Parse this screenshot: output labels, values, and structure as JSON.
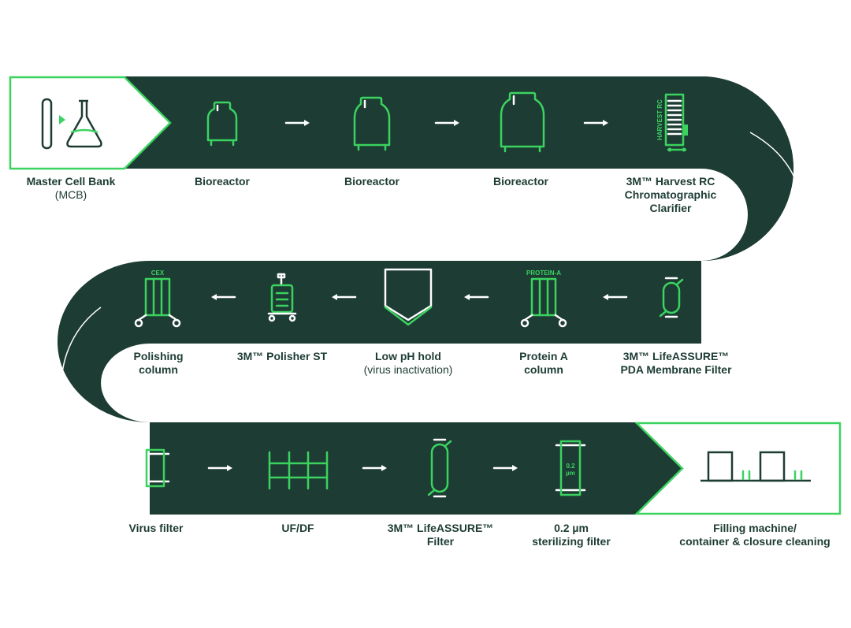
{
  "colors": {
    "track": "#1d3c34",
    "accent": "#3bd35f",
    "text": "#1d3c34",
    "background": "#ffffff"
  },
  "row1": [
    {
      "title": [
        "Master Cell Bank"
      ],
      "subtitle": "(MCB)",
      "icon": "vial-flask-icon"
    },
    {
      "title": [
        "Bioreactor"
      ],
      "icon": "small-bioreactor-icon"
    },
    {
      "title": [
        "Bioreactor"
      ],
      "icon": "medium-bioreactor-icon"
    },
    {
      "title": [
        "Bioreactor"
      ],
      "icon": "large-bioreactor-icon"
    },
    {
      "title": [
        "3M™ Harvest RC",
        "Chromatographic",
        "Clarifier"
      ],
      "icon": "harvest-rc-icon",
      "icon_text": "HARVEST RC"
    }
  ],
  "row2": [
    {
      "title": [
        "3M™ LifeASSURE™",
        "PDA Membrane Filter"
      ],
      "icon": "capsule-filter-icon"
    },
    {
      "title": [
        "Protein A",
        "column"
      ],
      "icon": "protein-a-column-icon",
      "icon_text": "PROTEIN-A"
    },
    {
      "title": [
        "Low pH hold"
      ],
      "subtitle": "(virus inactivation)",
      "icon": "hold-tank-icon"
    },
    {
      "title": [
        "3M™ Polisher ST"
      ],
      "icon": "polisher-cart-icon"
    },
    {
      "title": [
        "Polishing",
        "column"
      ],
      "icon": "cex-column-icon",
      "icon_text": "CEX"
    }
  ],
  "row3": [
    {
      "title": [
        "Virus filter"
      ],
      "icon": "virus-filter-icon"
    },
    {
      "title": [
        "UF/DF"
      ],
      "icon": "ufdf-cassette-icon"
    },
    {
      "title": [
        "3M™ LifeASSURE™",
        "Filter"
      ],
      "icon": "capsule-filter-icon"
    },
    {
      "title": [
        "0.2 µm",
        "sterilizing filter"
      ],
      "icon": "sterilizing-filter-icon",
      "icon_text": [
        "0.2",
        "µm"
      ]
    },
    {
      "title": [
        "Filling machine/",
        "container & closure cleaning"
      ],
      "icon": "filling-machine-icon"
    }
  ]
}
